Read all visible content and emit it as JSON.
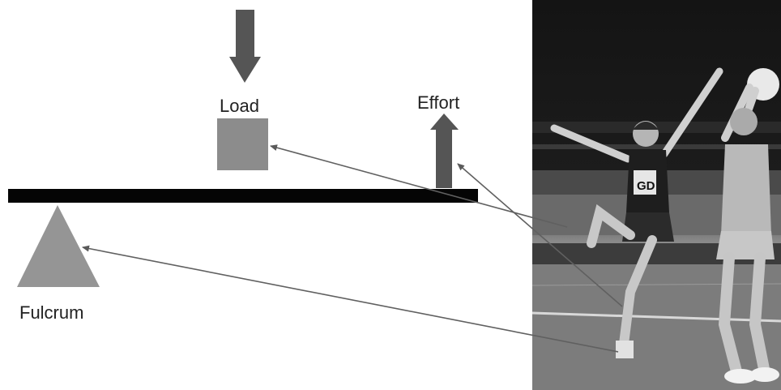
{
  "diagram": {
    "labels": {
      "load": "Load",
      "effort": "Effort",
      "fulcrum": "Fulcrum"
    },
    "photo": {
      "description_icon": "netball-players-photo",
      "bib_left": "GD"
    },
    "colors": {
      "beam": "#050505",
      "load_box": "#8c8c8c",
      "load_arrow": "#555555",
      "effort_arrow": "#555555",
      "fulcrum": "#959595",
      "pointer_lines": "#606060"
    }
  }
}
